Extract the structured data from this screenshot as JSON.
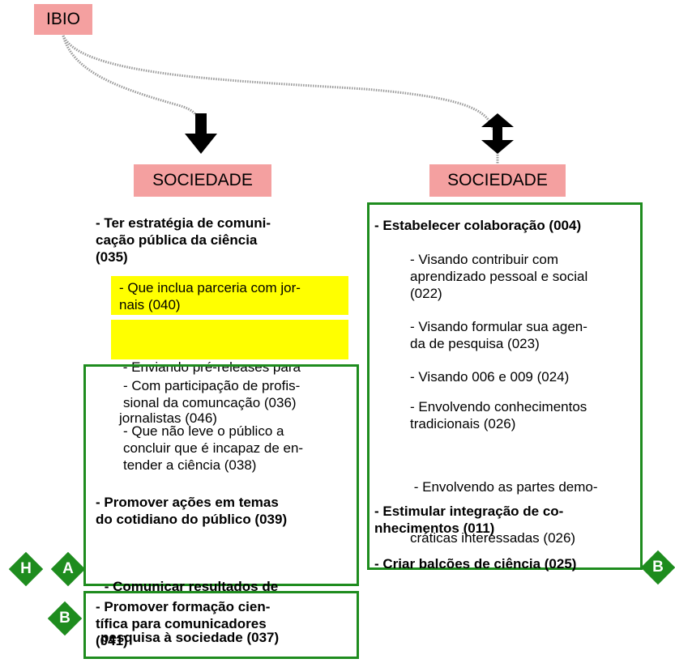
{
  "nodes": {
    "ibio": "IBIO",
    "sociedade_left": "SOCIEDADE",
    "sociedade_right": "SOCIEDADE"
  },
  "left_column": {
    "strategy_lines": [
      "- Ter estratégia de comuni-",
      "cação pública da ciência",
      "(035)"
    ],
    "yellow_items": [
      {
        "lines": [
          "- Que inclua parceria com jor-",
          "nais (040)"
        ]
      },
      {
        "lines": [
          " - Enviando pré-releases para",
          "jornalistas (046)"
        ]
      }
    ],
    "green_subitems": [
      {
        "lines": [
          "- Com participação de profis-",
          "sional da comuncação (036)"
        ]
      },
      {
        "lines": [
          "- Que não leve o público a",
          "concluir que é incapaz de en-",
          "tender a ciência (038)"
        ]
      }
    ],
    "promover_acoes_lines": [
      "- Promover ações em temas",
      "do cotidiano do público (039)"
    ],
    "comunicar_lines": [
      " - Comunicar resultados de",
      "pesquisa à sociedade (037)"
    ],
    "formacao_lines": [
      "- Promover formação cien-",
      "tífica para comunicadores",
      "(041)"
    ]
  },
  "right_column": {
    "colaboracao": "- Estabelecer colaboração (004)",
    "subitems": [
      {
        "lines": [
          "- Visando contribuir com",
          "aprendizado pessoal e social",
          "(022)"
        ]
      },
      {
        "lines": [
          "- Visando formular sua agen-",
          "da de pesquisa (023)"
        ]
      },
      {
        "lines": [
          "- Visando 006 e 009 (024)"
        ]
      },
      {
        "lines": [
          "- Envolvendo conhecimentos",
          "tradicionais (026)"
        ]
      },
      {
        "lines": [
          " - Envolvendo as partes demo-",
          "cráticas interessadas (026)"
        ]
      }
    ],
    "integracao_lines": [
      "- Estimular integração de co-",
      "nhecimentos (011)"
    ],
    "balcoes": "- Criar balcões de ciência (025)"
  },
  "badges": {
    "h": "H",
    "a": "A",
    "b_left": "B",
    "b_right": "B"
  },
  "colors": {
    "pink": "#f4a0a0",
    "green": "#1e8c1e",
    "yellow": "#ffff00"
  }
}
